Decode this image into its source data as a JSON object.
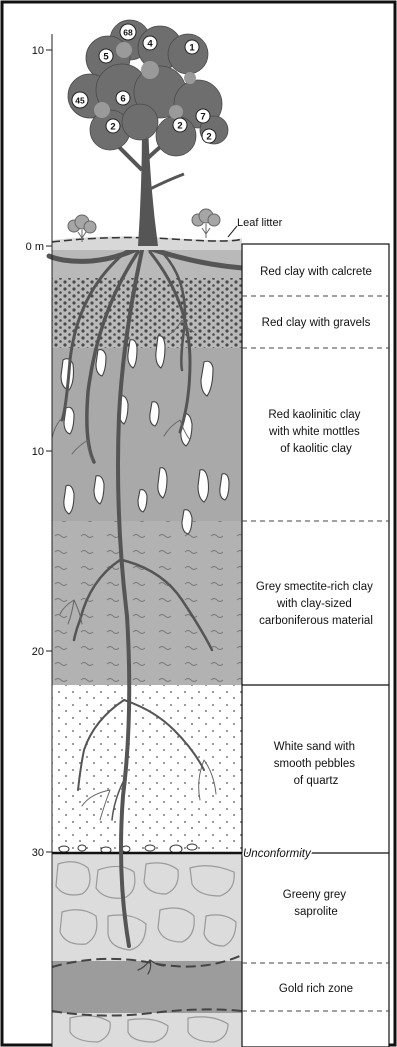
{
  "height_axis": {
    "ticks": [
      {
        "label": "10"
      },
      {
        "label": "0 m"
      }
    ]
  },
  "depth_axis": {
    "ticks": [
      {
        "label": "10"
      },
      {
        "label": "20"
      },
      {
        "label": "30"
      }
    ]
  },
  "leaf_litter_label": "Leaf litter",
  "unconformity_label": "Unconformity",
  "layers": [
    {
      "lines": [
        "Red clay with calcrete"
      ]
    },
    {
      "lines": [
        "Red clay with gravels"
      ]
    },
    {
      "lines": [
        "Red kaolinitic clay",
        "with white mottles",
        "of kaolitic clay"
      ]
    },
    {
      "lines": [
        "Grey smectite-rich clay",
        "with clay-sized",
        "carboniferous material"
      ]
    },
    {
      "lines": [
        "White sand with",
        "smooth pebbles",
        "of quartz"
      ]
    },
    {
      "lines": [
        "Greeny grey",
        "saprolite"
      ]
    },
    {
      "lines": [
        "Gold rich zone"
      ]
    }
  ],
  "tree_markers": [
    "68",
    "4",
    "1",
    "5",
    "45",
    "6",
    "7",
    "2",
    "2",
    "2"
  ],
  "colors": {
    "red_clay": "#b9b9b9",
    "kaolinitic": "#a9a9a9",
    "smectite": "#b2b2b2",
    "sand": "#ffffff",
    "saprolite": "#dcdcdc",
    "gold": "#9c9c9c",
    "root": "#555555",
    "foliage": "#6e6e6e"
  }
}
